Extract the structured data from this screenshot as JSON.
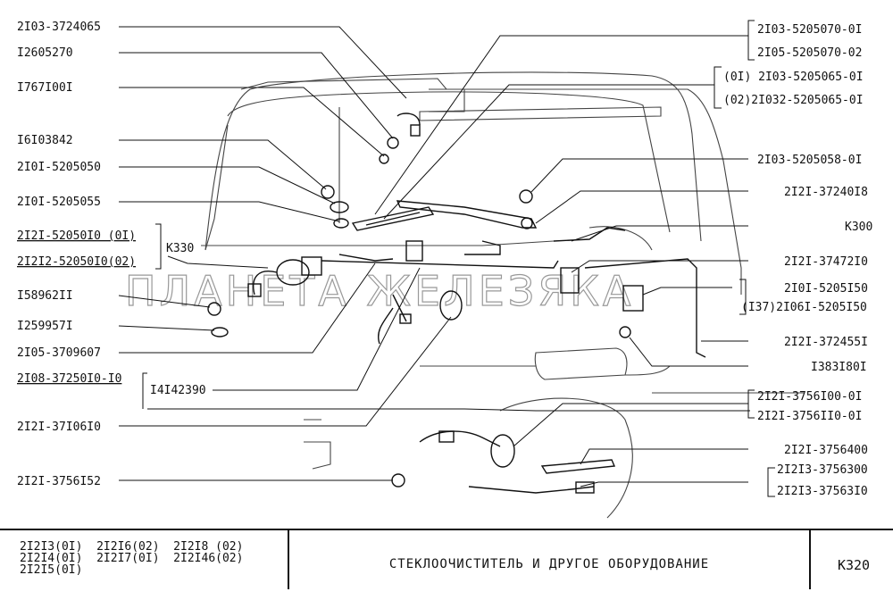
{
  "watermark": "ПЛАНЕТА ЖЕЛЕЗЯКА",
  "labels_left": [
    "2I03-3724065",
    "I2605270",
    "I767I00I",
    "I6I03842",
    "2I0I-5205050",
    "2I0I-5205055",
    "2I2I-52050I0 (0I)",
    "2I2I2-52050I0(02)",
    "I58962II",
    "I259957I",
    "2I05-3709607",
    "2I08-37250I0-I0",
    "2I2I-37I06I0",
    "2I2I-3756I52"
  ],
  "label_mid_left": "K330",
  "label_mid_k330_sub": "I4I42390",
  "labels_right": [
    "2I03-5205070-0I",
    "2I05-5205070-02",
    "(0I) 2I03-5205065-0I",
    "(02)2I032-5205065-0I",
    "2I03-5205058-0I",
    "2I2I-37240I8",
    "K300",
    "2I2I-37472I0",
    "2I0I-5205I50",
    "(I37)2I06I-5205I50",
    "2I2I-372455I",
    "I383I80I",
    "2I2I-3756I00-0I",
    "2I2I-3756II0-0I",
    "2I2I-3756400",
    "2I2I3-3756300",
    "2I2I3-37563I0"
  ],
  "footer": {
    "models": [
      "2I2I3(0I)  2I2I6(02)  2I2I8 (02)",
      "2I2I4(0I)  2I2I7(0I)  2I2I46(02)",
      "2I2I5(0I)"
    ],
    "title": "СТЕКЛООЧИСТИТЕЛЬ И ДРУГОЕ ОБОРУДОВАНИЕ",
    "page_code": "K320"
  }
}
